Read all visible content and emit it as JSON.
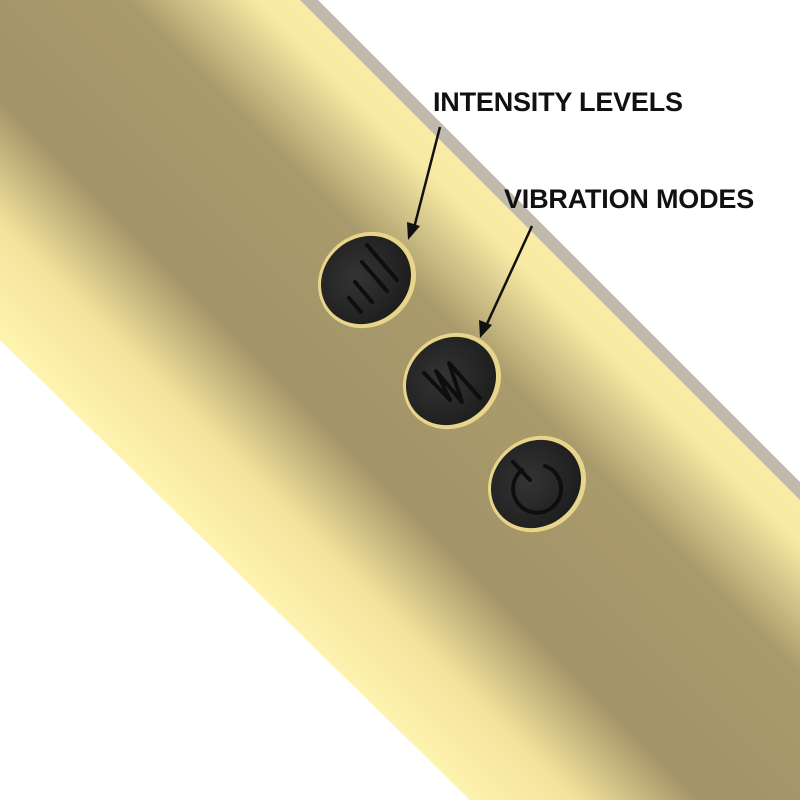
{
  "annotations": {
    "intensity": {
      "label": "INTENSITY LEVELS",
      "target": "intensity-button",
      "icon": "three-lines-icon"
    },
    "vibration": {
      "label": "VIBRATION MODES",
      "target": "mode-button",
      "icon": "zigzag-wave-icon"
    }
  },
  "buttons": [
    {
      "name": "intensity-button",
      "icon": "three-lines-icon"
    },
    {
      "name": "mode-button",
      "icon": "zigzag-wave-icon"
    },
    {
      "name": "power-button",
      "icon": "power-icon"
    }
  ],
  "colors": {
    "body_dark": "#9a8c63",
    "body_light": "#fff4b0",
    "button": "#2b2b2b",
    "button_rim": "#e8d58a",
    "text": "#111111",
    "background": "#ffffff"
  }
}
